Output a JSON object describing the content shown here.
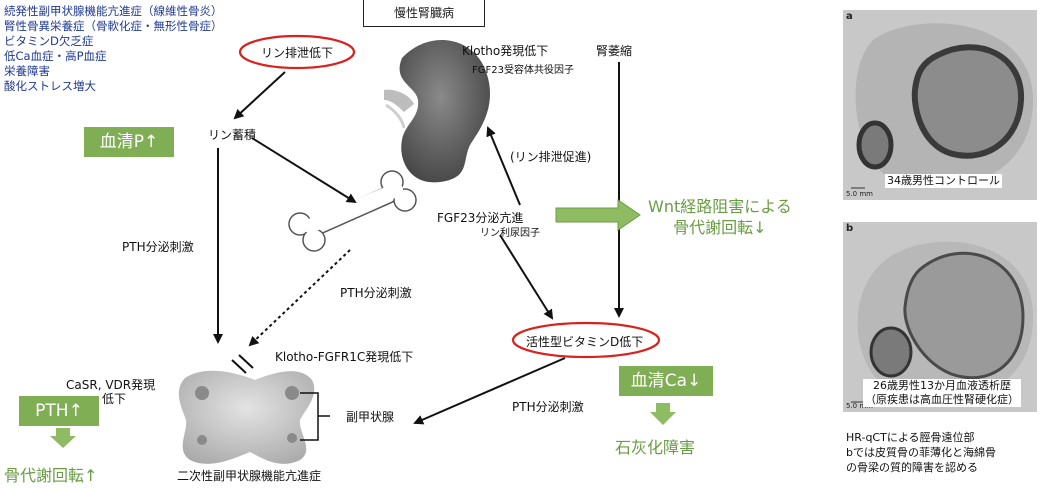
{
  "causes": [
    "続発性副甲状腺機能亢進症（線維性骨炎）",
    "腎性骨異栄養症（骨軟化症・無形性骨症）",
    "ビタミンD欠乏症",
    "低Ca血症・高P血症",
    "栄養障害",
    "酸化ストレス増大"
  ],
  "top_box": "慢性腎臓病",
  "phos_excretion_down": "リン排泄低下",
  "klotho_down": "Klotho発現低下",
  "fgf23_coreceptor": "FGF23受容体共役因子",
  "renal_atrophy": "腎萎縮",
  "serum_p": "血清P↑",
  "phos_accum": "リン蓄積",
  "phos_excretion_up": "(リン排泄促進)",
  "fgf23_secretion": "FGF23分泌亢進",
  "phosphaturic_factor": "リン利尿因子",
  "wnt_line1": "Wnt経路阻害による",
  "wnt_line2": "骨代謝回転↓",
  "pth_stim_left": "PTH分泌刺激",
  "pth_stim_mid": "PTH分泌刺激",
  "pth_stim_bottom": "PTH分泌刺激",
  "vitd_down": "活性型ビタミンD低下",
  "klotho_fgfr1c": "Klotho-FGFR1C発現低下",
  "casr_line1": "CaSR, VDR発現",
  "casr_line2": "低下",
  "serum_ca": "血清Ca↓",
  "pth_up": "PTH↑",
  "parathyroid": "副甲状腺",
  "bone_turnover_up": "骨代謝回転↑",
  "secondary_hpt": "二次性副甲状腺機能亢進症",
  "calcification": "石灰化障害",
  "panel_a_letter": "a",
  "panel_a_caption": "34歳男性コントロール",
  "panel_b_letter": "b",
  "panel_b_caption1": "26歳男性13か月血液透析歴",
  "panel_b_caption2": "（原疾患は高血圧性腎硬化症）",
  "scale_a": "5.0 mm",
  "scale_b": "5.0 mm",
  "note": [
    "HR-qCTによる脛骨遠位部",
    "bでは皮質骨の菲薄化と海綿骨",
    "の骨梁の質的障害を認める"
  ],
  "colors": {
    "green_box": "#7fae54",
    "green_text": "#6a9c45",
    "blue_text": "#1f3a93",
    "red_oval": "#d9211f"
  }
}
